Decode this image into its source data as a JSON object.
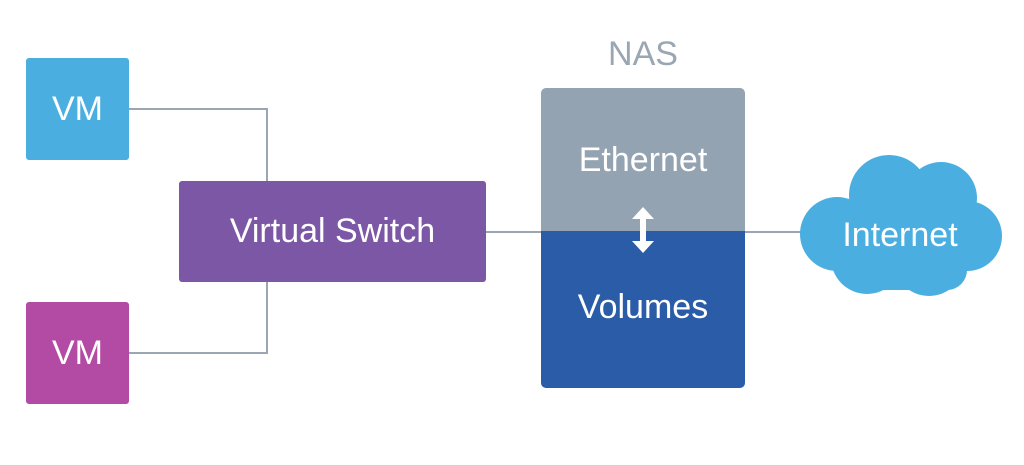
{
  "diagram": {
    "nas_title": "NAS",
    "nodes": {
      "vm_top": "VM",
      "vm_bottom": "VM",
      "virtual_switch": "Virtual Switch",
      "ethernet": "Ethernet",
      "volumes": "Volumes",
      "internet": "Internet"
    },
    "colors": {
      "vm_top": "#4aafe0",
      "vm_bottom": "#b34aa4",
      "virtual_switch": "#7b57a5",
      "ethernet": "#94a3b2",
      "volumes": "#2a5ca7",
      "internet": "#4aafe0",
      "connector": "#9aa6b2"
    },
    "icons": {
      "ethernet_volumes_link": "double-arrow-vertical-icon",
      "internet_shape": "cloud-icon"
    }
  }
}
